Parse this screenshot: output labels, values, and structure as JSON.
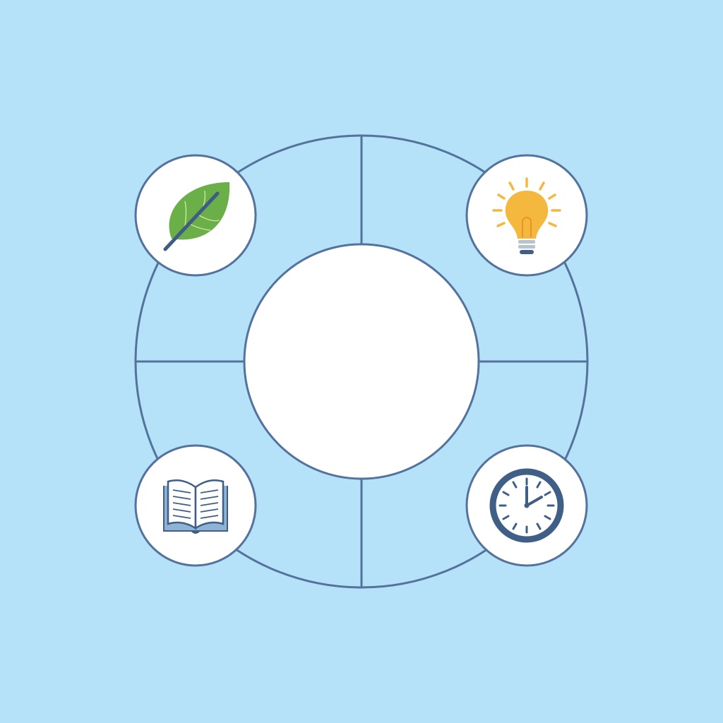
{
  "colors": {
    "background": "#b5e2f8",
    "outline": "#54739c",
    "center_fill": "#ffffff",
    "node_fill": "#ffffff",
    "leaf_green": "#6aaf47",
    "bulb_yellow": "#f5b83e",
    "book_blue": "#8fb3d6",
    "clock_navy": "#3f5f87"
  },
  "diagram": {
    "shape": "ring-with-center-circle",
    "quadrants": 4,
    "nodes": [
      {
        "position": "top-left",
        "icon": "leaf-icon"
      },
      {
        "position": "top-right",
        "icon": "lightbulb-icon"
      },
      {
        "position": "bottom-left",
        "icon": "open-book-icon"
      },
      {
        "position": "bottom-right",
        "icon": "clock-icon"
      }
    ]
  }
}
